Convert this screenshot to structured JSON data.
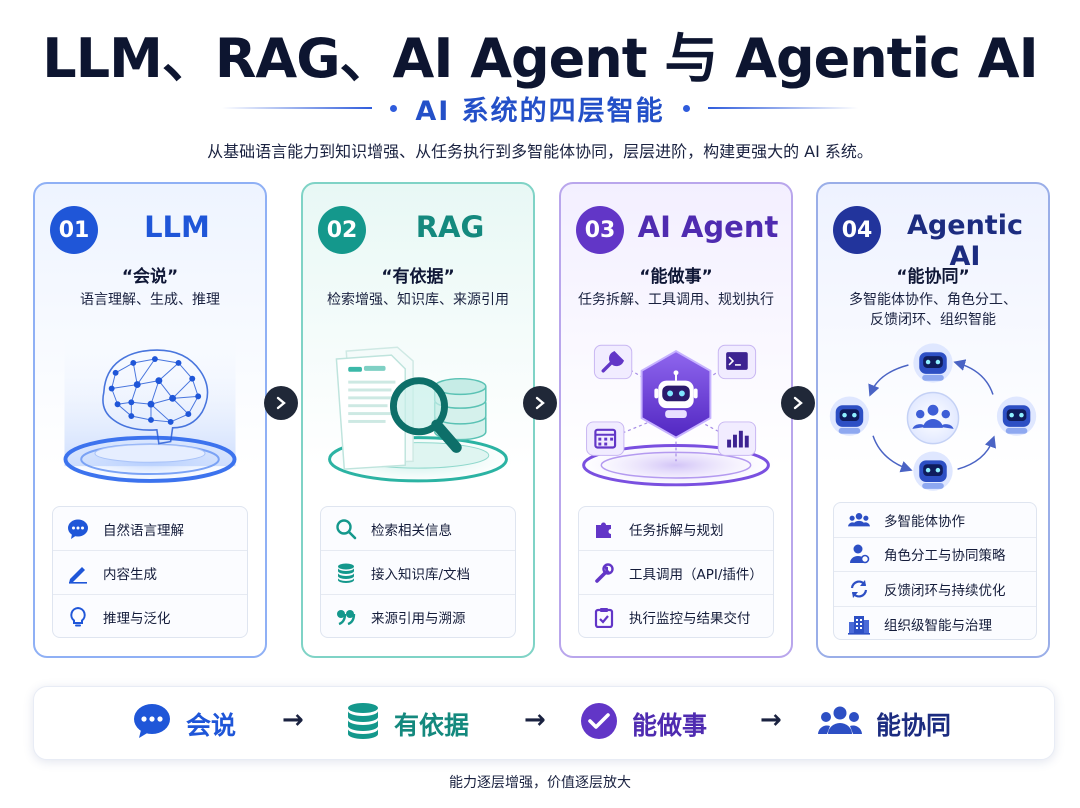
{
  "title": "LLM、RAG、AI Agent 与 Agentic AI",
  "subtitle": "AI 系统的四层智能",
  "description": "从基础语言能力到知识增强、从任务执行到多智能体协同，层层进阶，构建更强大的 AI 系统。",
  "colors": {
    "llm": "#1f56d8",
    "rag": "#14988c",
    "agent": "#6236c7",
    "agentic": "#22349c"
  },
  "cards": [
    {
      "number": "01",
      "title": "LLM",
      "slogan": "“会说”",
      "keywords": "语言理解、生成、推理",
      "illustration": "brain-network",
      "items": [
        {
          "icon": "chat-bubble-icon",
          "label": "自然语言理解"
        },
        {
          "icon": "pencil-icon",
          "label": "内容生成"
        },
        {
          "icon": "lightbulb-icon",
          "label": "推理与泛化"
        }
      ]
    },
    {
      "number": "02",
      "title": "RAG",
      "slogan": "“有依据”",
      "keywords": "检索增强、知识库、来源引用",
      "illustration": "document-magnifier-database",
      "items": [
        {
          "icon": "search-icon",
          "label": "检索相关信息"
        },
        {
          "icon": "database-icon",
          "label": "接入知识库/文档"
        },
        {
          "icon": "quote-icon",
          "label": "来源引用与溯源"
        }
      ]
    },
    {
      "number": "03",
      "title": "AI Agent",
      "slogan": "“能做事”",
      "keywords": "任务拆解、工具调用、规划执行",
      "illustration": "robot-with-tools",
      "items": [
        {
          "icon": "puzzle-icon",
          "label": "任务拆解与规划"
        },
        {
          "icon": "wrench-icon",
          "label": "工具调用（API/插件）"
        },
        {
          "icon": "clipboard-check-icon",
          "label": "执行监控与结果交付"
        }
      ]
    },
    {
      "number": "04",
      "title": "Agentic AI",
      "slogan": "“能协同”",
      "keywords_lines": [
        "多智能体协作、角色分工、",
        "反馈闭环、组织智能"
      ],
      "illustration": "multi-agent-cycle",
      "items": [
        {
          "icon": "group-icon",
          "label": "多智能体协作"
        },
        {
          "icon": "user-role-icon",
          "label": "角色分工与协同策略"
        },
        {
          "icon": "refresh-icon",
          "label": "反馈闭环与持续优化"
        },
        {
          "icon": "building-icon",
          "label": "组织级智能与治理"
        }
      ]
    }
  ],
  "flow": [
    {
      "icon": "chat-bubble-icon",
      "label": "会说"
    },
    {
      "icon": "database-icon",
      "label": "有依据"
    },
    {
      "icon": "check-circle-icon",
      "label": "能做事"
    },
    {
      "icon": "group-icon",
      "label": "能协同"
    }
  ],
  "flow_arrow": "→",
  "footer": "能力逐层增强，价值逐层放大"
}
